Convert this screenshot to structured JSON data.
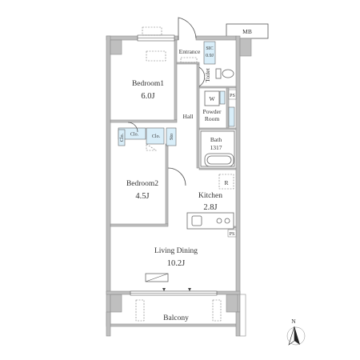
{
  "rooms": {
    "bedroom1": {
      "name": "Bedroom1",
      "area": "6.0J"
    },
    "bedroom2": {
      "name": "Bedroom2",
      "area": "4.5J"
    },
    "living_dining": {
      "name": "Living Dining",
      "area": "10.2J"
    },
    "kitchen": {
      "name": "Kitchen",
      "area": "2.8J"
    },
    "bath": {
      "name": "Bath",
      "area": "1317"
    },
    "hall": {
      "name": "Hall"
    },
    "entrance": {
      "name": "Entrance"
    },
    "toilet": {
      "name": "Toilet"
    },
    "powder_room": {
      "name_line1": "Powder",
      "name_line2": "Room"
    },
    "balcony": {
      "name": "Balcony"
    }
  },
  "small_labels": {
    "sic": "SIC",
    "sic_area": "0.9J",
    "mb": "MB",
    "ps_upper": "PS",
    "ps_lower": "PS",
    "w": "W",
    "r": "R",
    "clo_1": "Clo.",
    "clo_2": "Clo.",
    "clo_3": "Clo.",
    "sto": "Sto",
    "north": "N"
  }
}
